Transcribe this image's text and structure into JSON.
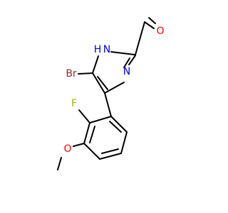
{
  "molecule": {
    "atoms": {
      "br": "Br",
      "nh": "H",
      "n_h": "N",
      "n": "N",
      "o_aldehyde": "O",
      "f": "F",
      "o_methoxy": "O"
    },
    "colors": {
      "bond": "#000000",
      "bromine": "#a52a2a",
      "nitrogen": "#0000ff",
      "oxygen": "#ff0000",
      "fluorine": "#8fbc00"
    }
  }
}
